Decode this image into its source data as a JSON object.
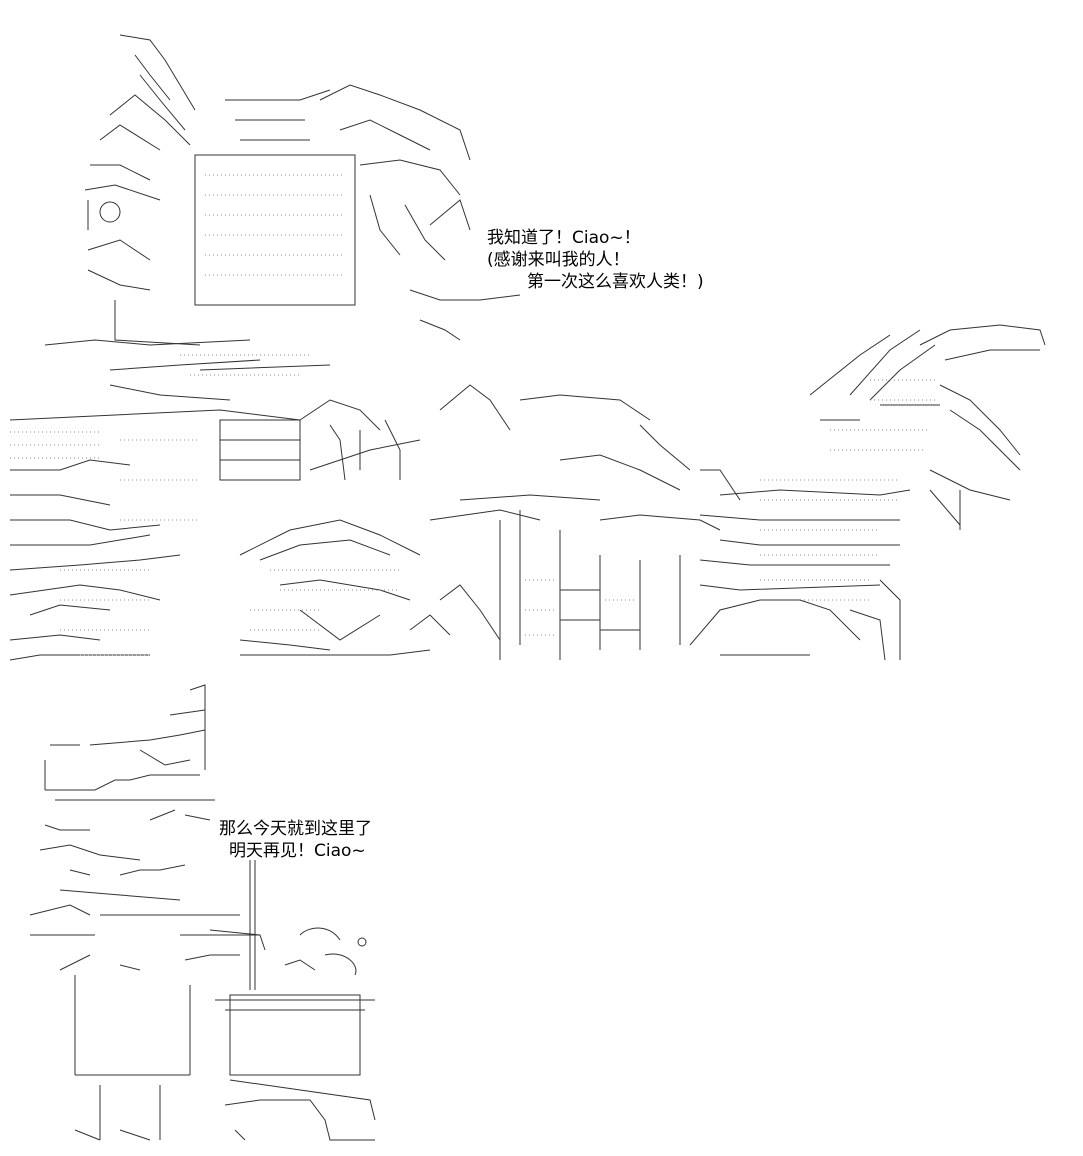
{
  "dialogue_top": {
    "line1": "我知道了！Ciao~！",
    "line2": "(感谢来叫我的人！",
    "line3": "第一次这么喜欢人类！)"
  },
  "dialogue_bottom": {
    "line1": "那么今天就到这里了",
    "line2": "明天再见！Ciao~"
  }
}
